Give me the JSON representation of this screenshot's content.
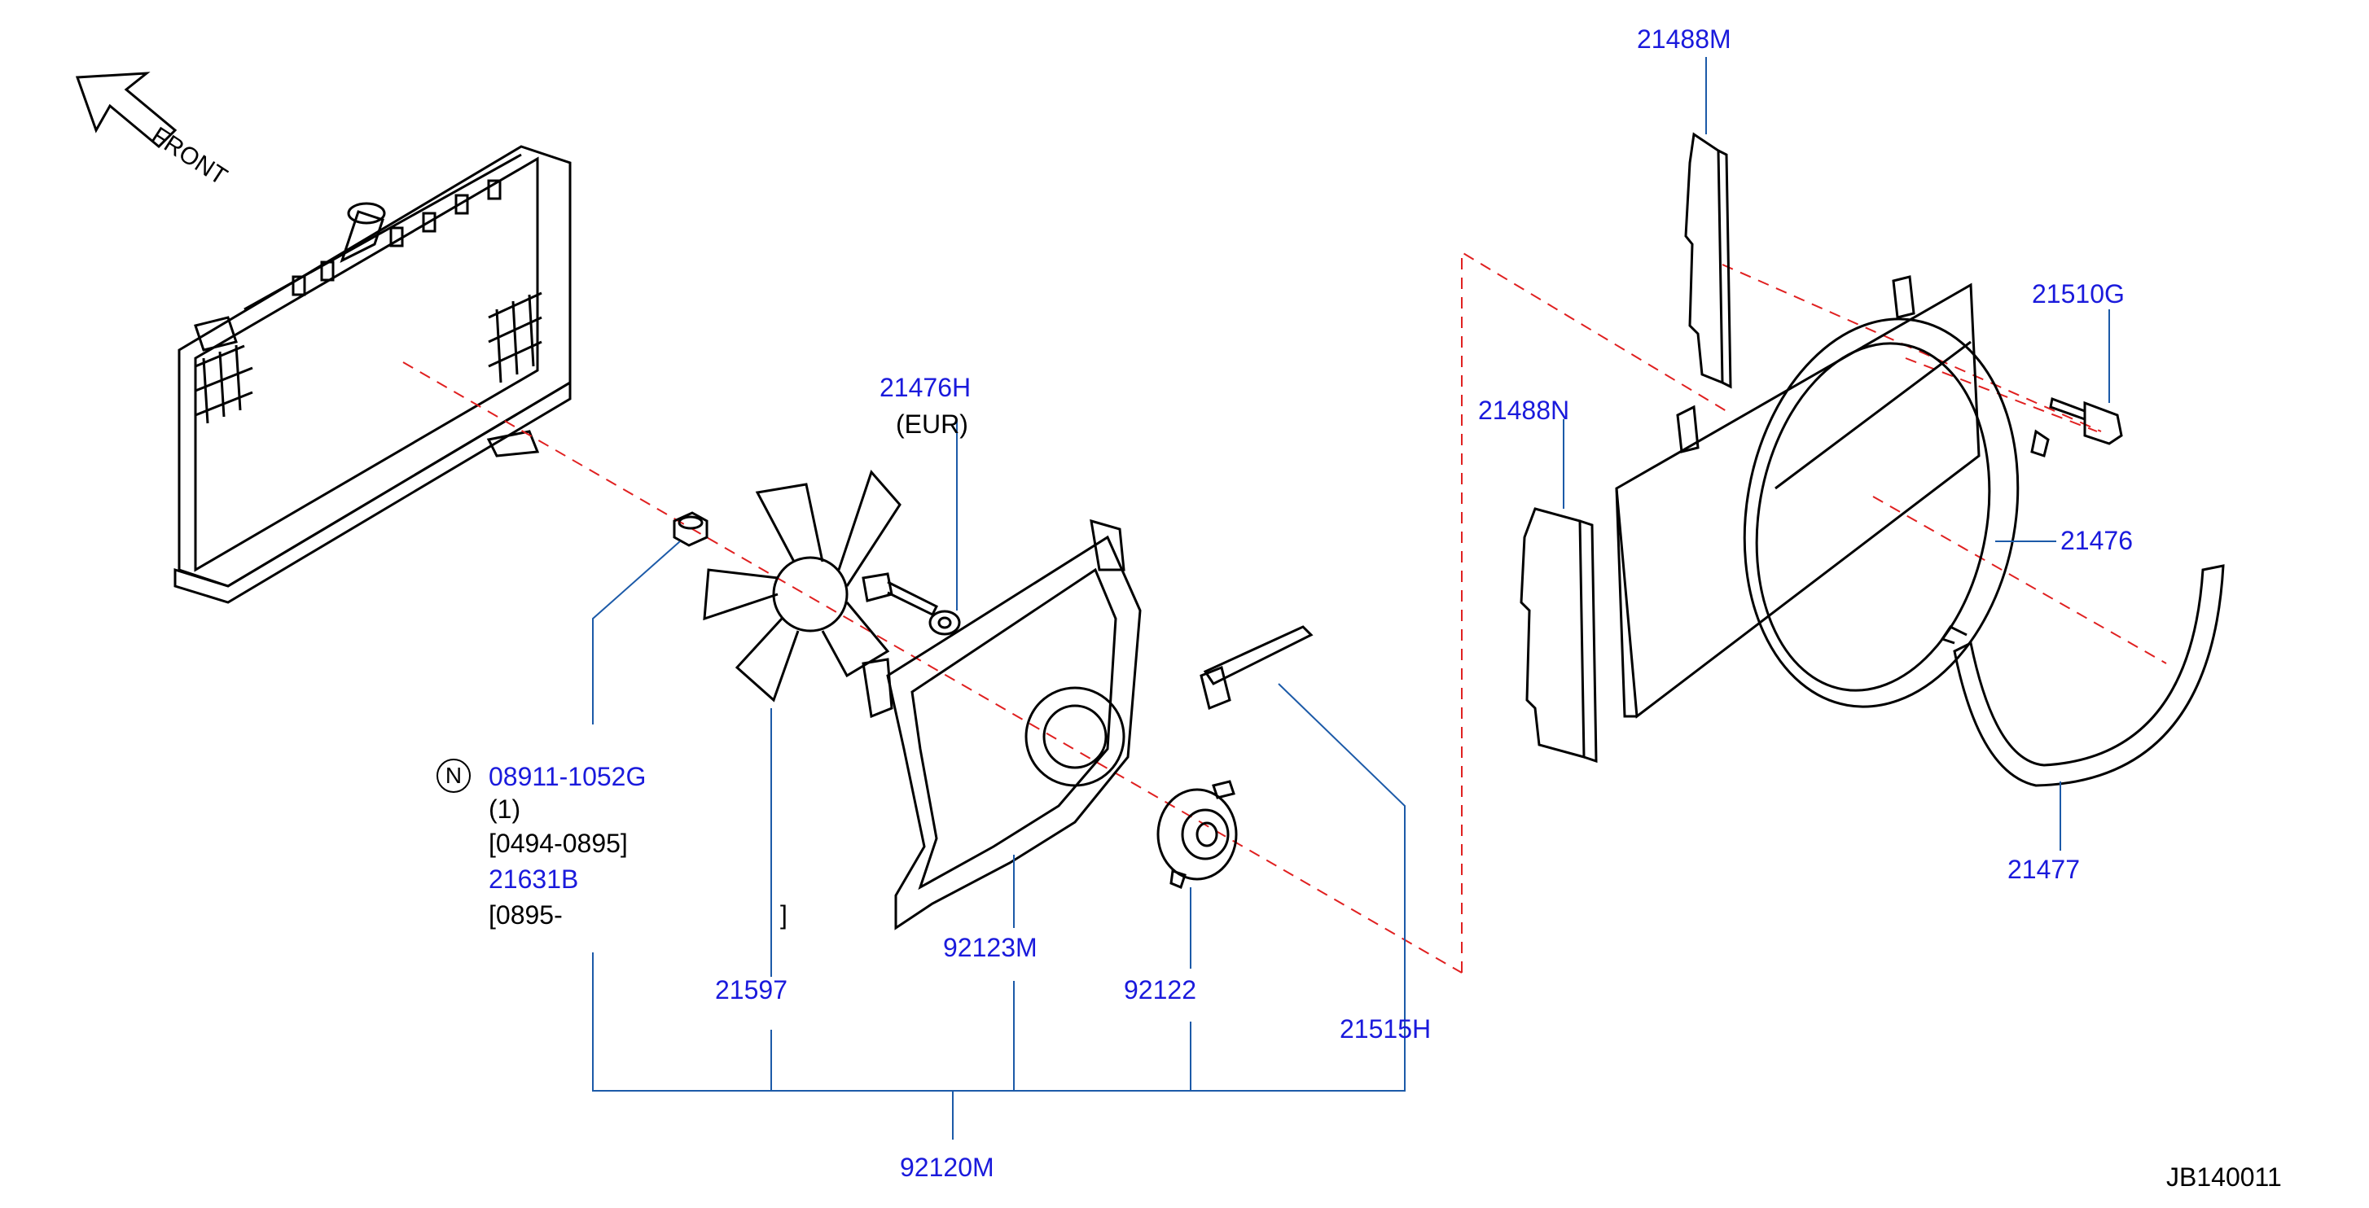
{
  "diagram": {
    "front_label": "FRONT",
    "reference_code": "JB140011",
    "labels": {
      "p21488M": "21488M",
      "p21510G": "21510G",
      "p21488N": "21488N",
      "p21476H": "21476H",
      "eur": "(EUR)",
      "p21476": "21476",
      "p21477": "21477",
      "n_badge": "N",
      "p08911": "08911-1052G",
      "qty": "(1)",
      "range1": "[0494-0895]",
      "p21631B": "21631B",
      "range2": "[0895-",
      "range2_close": "]",
      "p21597": "21597",
      "p92123M": "92123M",
      "p92122": "92122",
      "p21515H": "21515H",
      "p92120M": "92120M"
    },
    "colors": {
      "part_number": "#1a1adc",
      "leader_line": "#1c5aa8",
      "centerline": "#e02020",
      "outline": "#000000"
    }
  }
}
